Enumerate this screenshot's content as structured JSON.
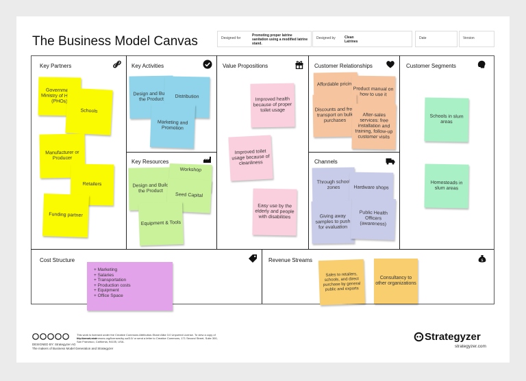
{
  "header": {
    "title": "The Business Model Canvas",
    "designed_for_label": "Designed for",
    "designed_for_value": "Promoting proper latrine sanitation using a modified latrine stand.",
    "designed_by_label": "Designed by",
    "designed_by_value": "Clean Latrines",
    "date_label": "Date",
    "version_label": "Version"
  },
  "blocks": {
    "key_partners": "Key Partners",
    "key_activities": "Key Activities",
    "key_resources": "Key Resources",
    "value_propositions": "Value Propositions",
    "customer_relationships": "Customer Relationships",
    "channels": "Channels",
    "customer_segments": "Customer Segments",
    "cost_structure": "Cost Structure",
    "revenue_streams": "Revenue Streams"
  },
  "notes": {
    "kp_government": "Government: Ministry of Health (PHOs)",
    "kp_schools": "Schools",
    "kp_manufacturer": "Manufacturer or Producer",
    "kp_retailers": "Retailers",
    "kp_funding": "Funding partner",
    "ka_design": "Design and Build the Product",
    "ka_distribution": "Distribution",
    "ka_marketing": "Marketing and Promotion",
    "kr_design": "Design and Build the Product",
    "kr_workshop": "Workshop",
    "kr_seed": "Seed Capital",
    "kr_equipment": "Equipment & Tools",
    "vp_health": "Improved health because of proper toilet usage",
    "vp_cleanliness": "Improved toilet usage because of cleanliness",
    "vp_easy": "Easy use by the elderly and people with disabilities",
    "cr_affordable": "Affordable pricing",
    "cr_manual": "Product manual on how to use it",
    "cr_discounts": "Discounts and free transport on bulk purchases",
    "cr_aftersales": "After-sales services: free installation and training, follow-up customer visits",
    "ch_zones": "Through school zones",
    "ch_hardware": "Hardware shops",
    "ch_samples": "Giving away samples to push for evaluation",
    "ch_officers": "Public Health Officers (awareness)",
    "cs_schools": "Schools in slum areas",
    "cs_homesteads": "Homesteads in slum areas",
    "cost_items": [
      "+ Marketing",
      "+ Salaries",
      "+ Transportation",
      "+ Production costs",
      "+ Equipment",
      "+ Office Space"
    ],
    "rs_sales": "Sales to retailers, schools, and direct purchase by general public and exports",
    "rs_consultancy": "Consultancy to other organizations"
  },
  "footer": {
    "license_text": "This work is licensed under the Creative Commons Attribution-Share Alike 3.0 Unported License. To view a copy of this license, visit",
    "license_text2": "http://creativecommons.org/licenses/by-sa/3.0/ or send a letter to Creative Commons, 171 Second Street, Suite 300, San Francisco, California, 94105, USA.",
    "designed_by": "DESIGNED BY: Strategyzer AG",
    "makers": "The makers of Business Model Generation and Strategyzer",
    "brand": "Strategyzer",
    "url": "strategyzer.com"
  },
  "colors": {
    "yellow": "#fafa00",
    "blue": "#8fd4ea",
    "green": "#c9f29b",
    "pink": "#fbd0de",
    "orange": "#f6c5a0",
    "lavender": "#c9cce8",
    "purple": "#e3a3ea",
    "mint": "#a9f0c6",
    "amber": "#f8ce6e"
  }
}
